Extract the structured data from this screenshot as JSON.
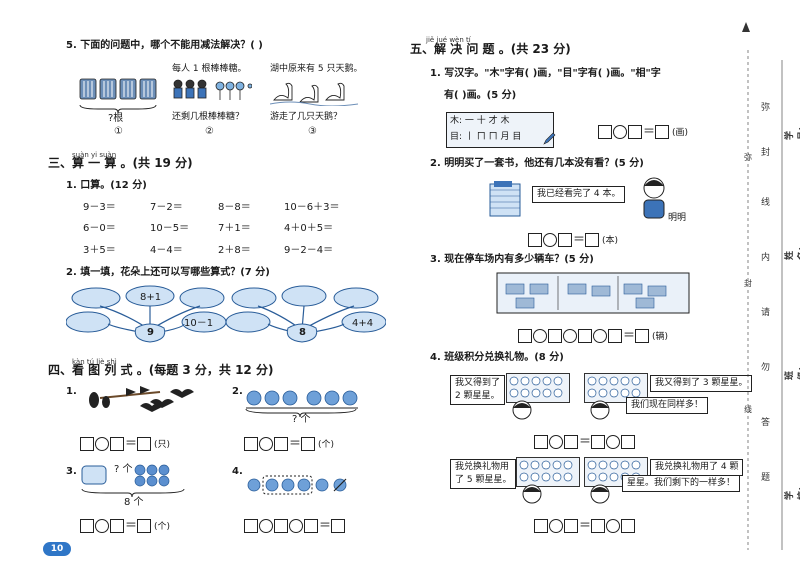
{
  "left": {
    "q5": {
      "title": "5. 下面的问题中，哪个不能用减法解决？(     )",
      "opt1_caption": "?根",
      "opt1_num": "①",
      "opt2_top": "每人 1 根棒棒糖。",
      "opt2_bottom": "还剩几根棒棒糖？",
      "opt2_num": "②",
      "opt3_top": "湖中原来有 5 只天鹅。",
      "opt3_bottom": "游走了几只天鹅？",
      "opt3_num": "③"
    },
    "sec3": {
      "pinyin": "suàn  yi  suàn",
      "title": "三、算 一 算 。(共 19 分)",
      "q1_title": "1. 口算。(12 分)",
      "rows": [
        [
          "9－3＝",
          "7－2＝",
          "8－8＝",
          "10－6＋3＝"
        ],
        [
          "6－0＝",
          "10－5＝",
          "7＋1＝",
          "4＋0＋5＝"
        ],
        [
          "3＋5＝",
          "4－4＝",
          "2＋8＝",
          "9－2－4＝"
        ]
      ],
      "q2_title": "2. 填一填，花朵上还可以写哪些算式？(7 分)",
      "flower1_center": "9",
      "flower1_given": [
        "8+1",
        "10－1"
      ],
      "flower2_center": "8",
      "flower2_given": [
        "4+4"
      ]
    },
    "sec4": {
      "pinyin": "kàn  tú  liè  shì",
      "title": "四、看 图 列 式 。(每题 3 分，共 12 分)",
      "q1_num": "1.",
      "q1_unit": "(只)",
      "q2_num": "2.",
      "q2_q": "? 个",
      "q2_unit": "(个)",
      "q3_num": "3.",
      "q3_q": "? 个",
      "q3_total": "8 个",
      "q3_unit": "(个)",
      "q4_num": "4."
    },
    "page_number": "10"
  },
  "right": {
    "sec5": {
      "pinyin": "jiě  jué  wèn  tí",
      "title": "五、解 决 问 题 。(共 23 分)",
      "q1_line1": "1. 写汉字。\"木\"字有(       )画，\"目\"字有(       )画。\"相\"字",
      "q1_line2": "有(      )画。(5 分)",
      "q1_stroke1": "木: 一  十  才  木",
      "q1_stroke2": "目: 丨  ㄇ  ㄇ  月  目",
      "q1_unit": "(画)",
      "q2_title": "2. 明明买了一套书，他还有几本没有看？(5 分)",
      "q2_bubble": "我已经看完了 4 本。",
      "q2_name": "明明",
      "q2_unit": "(本)",
      "q3_title": "3. 现在停车场内有多少辆车？(5 分)",
      "q3_unit": "(辆)",
      "q4_title": "4. 班级积分兑换礼物。(8 分)",
      "q4_b1": "我又得到了\n2 颗星星。",
      "q4_b2": "我又得到了 3 颗星星。",
      "q4_b3": "我们现在同样多！",
      "q4_b4": "我兑换礼物用\n了 5 颗星星。",
      "q4_b5": "我兑换礼物用了 4 颗",
      "q4_b6": "星星。我们剩下的一样多！"
    },
    "binding": {
      "labels": [
        "学号：",
        "姓名：",
        "班级：",
        "学校："
      ],
      "vertical": [
        "弥",
        "封",
        "线",
        "内",
        "请",
        "勿",
        "答",
        "题"
      ],
      "small": [
        "弥",
        "封",
        "线"
      ]
    }
  }
}
